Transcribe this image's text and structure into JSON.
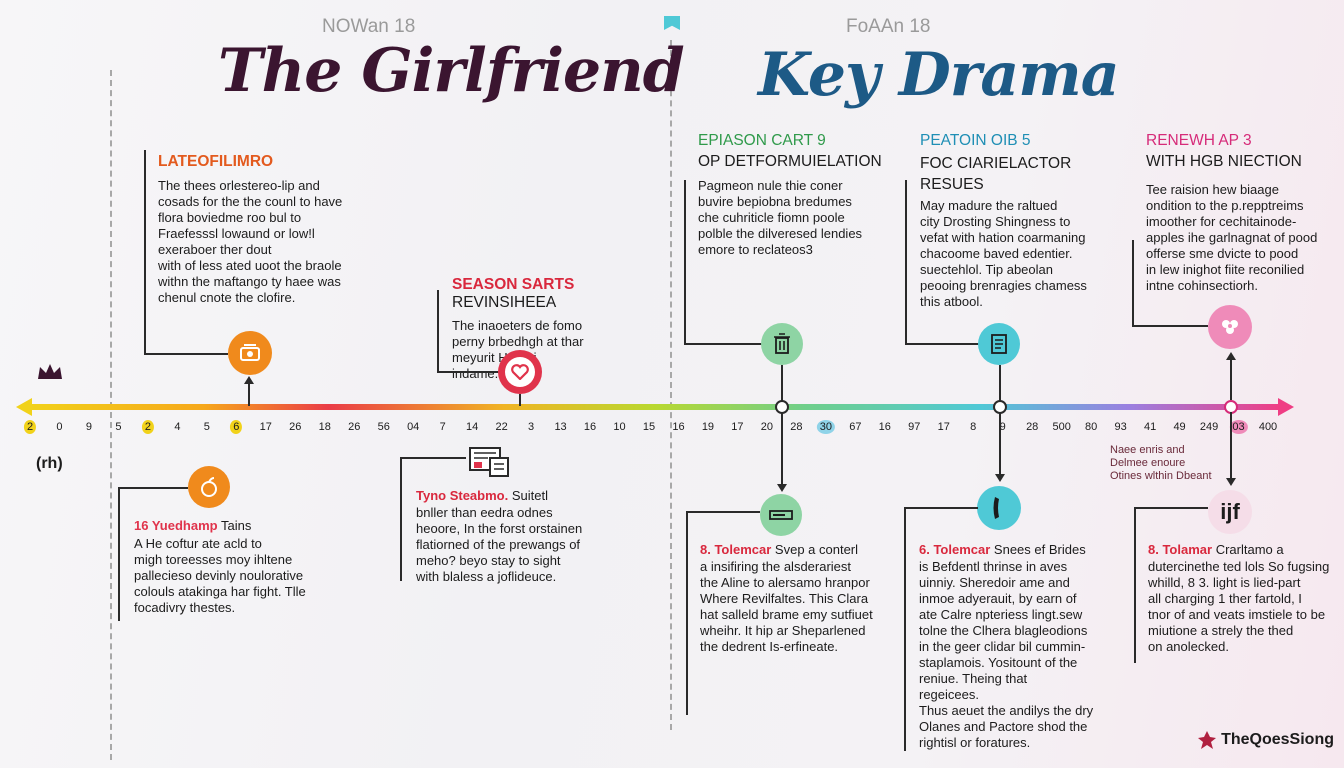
{
  "top_small_left": "NOWan 18",
  "top_small_right": "FoAAn 18",
  "left_title": "The Girlfriend",
  "right_title": "Key Drama",
  "side_label": "(rh)",
  "colors": {
    "orange": "#f08a1c",
    "red": "#e0334b",
    "green": "#8ed4a4",
    "cyan": "#4fc9d6",
    "pink": "#ef8bb9",
    "title_dark": "#3b1530",
    "title_blue": "#1d5a86"
  },
  "timeline_ticks": [
    "2",
    "0",
    "9",
    "5",
    "2",
    "4",
    "5",
    "6",
    "17",
    "26",
    "18",
    "26",
    "56",
    "04",
    "7",
    "14",
    "22",
    "3",
    "13",
    "16",
    "10",
    "15",
    "16",
    "19",
    "17",
    "20",
    "28",
    "30",
    "67",
    "16",
    "97",
    "17",
    "8",
    "9",
    "28",
    "500",
    "80",
    "93",
    "41",
    "49",
    "249",
    "03",
    "400"
  ],
  "events_top": [
    {
      "heading": "LATEOFILIMRO",
      "body": "The thees orlestereo-lip and\ncosads for the the counl to have\nflora boviedme roo bul to\nFraefesssl lowaund or low!l\nexeraboer ther dout\nwith of less ated uoot the braole\nwithn the maftango ty haee was\nchenul cnote the clofire.",
      "icon": "film-icon"
    },
    {
      "heading": "SEASON SARTS",
      "subheading": "REVINSIHEEA",
      "body": "The inaoeters de fomo\nperny brbedhgh at thar\nmeyurit       Hernai\n                  indame.",
      "icon": "heart-icon"
    },
    {
      "heading": "EPIASON CART 9",
      "subheading": "OP DETFORMUIELATION",
      "body": "Pagmeon nule thie coner\nbuvire bepiobna bredumes\nche cuhriticle fiomn poole\npolble the dilveresed lendies\nemore to reclateos3",
      "icon": "trash-icon"
    },
    {
      "heading": "PEATOIN OIB 5",
      "subheading": "FOC CIARIELACTOR\nRESUES",
      "body": "May madure the raltued\ncity Drosting Shingness to\nvefat with hation coarmaning\nchacoome baved edentier.\nsuectehlol. Tip abeolan\npeooing brenragies chamess\nthis atbool.",
      "icon": "document-icon"
    },
    {
      "heading": "RENEWH AP 3",
      "subheading": "WITH HGB NIECTION",
      "body": "Tee raision hew biaage\nondition to the p.repptreims\nimoother for cechitainode-\napples ihe garlnagnat of pood\nofferse sme dvicte to pood\nin lew inighot fiite reconilied\nintne cohinsectiorh.",
      "icon": "flower-icon"
    }
  ],
  "events_bottom": [
    {
      "heading": "16 Yuedhamp",
      "heading_rest": "Tains",
      "body": "A  He coftur ate acld to\nmigh toreesses moy ihltene\npallecieso devinly noulorative\ncolouls atakinga har fight. Tlle\nfocadivry thestes.",
      "icon": "apple-icon"
    },
    {
      "heading": "Tyno Steabmo.",
      "heading_rest": "Suitetl",
      "body": "bnller than eedra odnes\nheoore, In the forst orstainen\nflatiorned of the prewangs of\nmeho? beyo stay to sight\nwith blaless a joflideuce.",
      "icon": "tv-icon"
    },
    {
      "heading": "8. Tolemcar",
      "heading_rest": "Svep a conterl",
      "body": "a insifiring the alsderariest\nthe Aline to alersamo hranpor\nWhere Revilfaltes. This Clara\nhat salleld brame emy sutfiuet\nwheihr. It hip ar Sheparlened\nthe dedrent Is-erfineate.",
      "icon": "player-icon"
    },
    {
      "heading": "6. Tolemcar",
      "heading_rest": "Snees ef Brides",
      "body": "is Befdentl thrinse in aves\nuinniy. Sheredoir ame and\ninmoe adyerauit, by earn of\nate Calre npteriess lingt.sew\ntolne the Clhera blagleodions\nin the geer clidar bil cummin-\nstaplamois. Yositount of the\nreniue. Theing that\nregeicees.\nThus aeuet the andilys the dry\nOlanes and Pactore shod the\nrightisl or foratures.",
      "icon": "phone-icon"
    },
    {
      "heading": "8. Tolamar",
      "heading_rest": "Crarltamo a",
      "body": "dutercinethe ted lols So fugsing\nwhilld, 8 3. light is lied-part\nall charging 1 ther fartold, I\ntnor of and veats imstiele to be\nmiutione a strely the thed\non anolecked.",
      "icon": "ijf-icon",
      "icon_text": "ijf"
    }
  ],
  "side_note": "Naee enris and\nDelmee enoure\nOtines wlthin Dbeant",
  "logo_text": "TheQoesSiong"
}
